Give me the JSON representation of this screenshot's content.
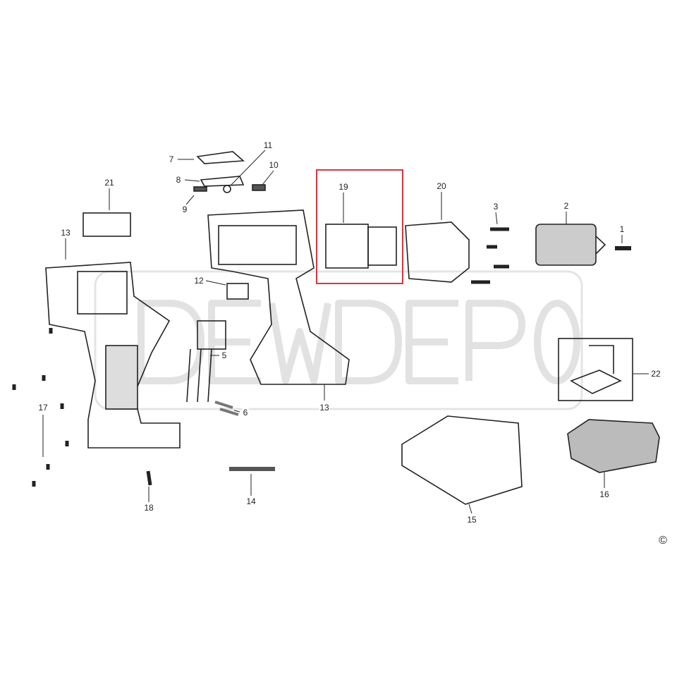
{
  "watermark": "DEWDEPO",
  "highlight_color": "#d9363e",
  "highlighted_part": "19",
  "copyright_symbol": "©",
  "callouts": [
    {
      "id": "c1",
      "text": "1"
    },
    {
      "id": "c2",
      "text": "2"
    },
    {
      "id": "c3",
      "text": "3"
    },
    {
      "id": "c5",
      "text": "5"
    },
    {
      "id": "c6",
      "text": "6"
    },
    {
      "id": "c7",
      "text": "7"
    },
    {
      "id": "c8",
      "text": "8"
    },
    {
      "id": "c9",
      "text": "9"
    },
    {
      "id": "c10",
      "text": "10"
    },
    {
      "id": "c11",
      "text": "11"
    },
    {
      "id": "c12",
      "text": "12"
    },
    {
      "id": "c13a",
      "text": "13"
    },
    {
      "id": "c13b",
      "text": "13"
    },
    {
      "id": "c14",
      "text": "14"
    },
    {
      "id": "c15",
      "text": "15"
    },
    {
      "id": "c16",
      "text": "16"
    },
    {
      "id": "c17",
      "text": "17"
    },
    {
      "id": "c18",
      "text": "18"
    },
    {
      "id": "c19",
      "text": "19"
    },
    {
      "id": "c20",
      "text": "20"
    },
    {
      "id": "c21",
      "text": "21"
    },
    {
      "id": "c22",
      "text": "22"
    }
  ]
}
